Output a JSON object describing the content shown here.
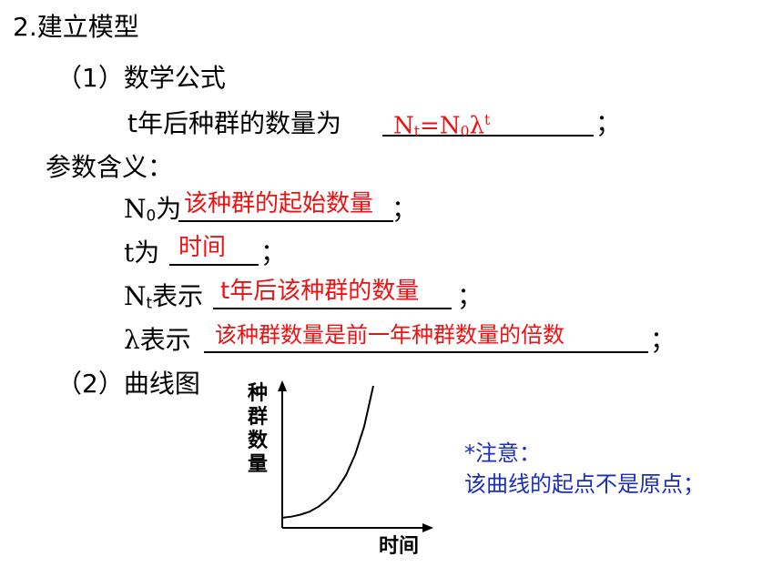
{
  "section_title": "2.建立模型",
  "part1": {
    "heading": "（1）数学公式",
    "formula_prefix": "t年后种群的数量为",
    "formula_answer": "N",
    "formula_answer_sub1": "t",
    "formula_answer_mid": "=N",
    "formula_answer_sub2": "0",
    "formula_answer_lambda": "λ",
    "formula_answer_sup": "t",
    "formula_end": "；"
  },
  "params": {
    "heading": "参数含义：",
    "items": [
      {
        "label_main": "N",
        "label_sub": "0",
        "label_tail": "为",
        "answer": "该种群的起始数量",
        "end": "；"
      },
      {
        "label_main": "t",
        "label_sub": "",
        "label_tail": "为",
        "answer": "时间",
        "end": "；"
      },
      {
        "label_main": "N",
        "label_sub": "t",
        "label_tail": "表示",
        "answer": "t年后该种群的数量",
        "end": "；"
      },
      {
        "label_main": "λ",
        "label_sub": "",
        "label_tail": "表示",
        "answer": "该种群数量是前一年种群数量的倍数",
        "end": "；"
      }
    ]
  },
  "part2": {
    "heading": "（2）曲线图"
  },
  "chart_data": {
    "type": "line",
    "title": "",
    "xlabel": "时间",
    "ylabel": "种群数量",
    "ylabel_chars": [
      "种",
      "群",
      "数",
      "量"
    ],
    "curve": "exponential J-shaped growth starting above origin",
    "x": [
      0,
      1,
      2,
      3,
      4,
      5,
      6,
      7,
      8,
      9,
      10
    ],
    "y": [
      1.0,
      1.1,
      1.3,
      1.6,
      2.1,
      2.8,
      3.8,
      5.2,
      7.2,
      10.0,
      14.0
    ],
    "grid": false,
    "legend": "none"
  },
  "note": {
    "title": "*注意：",
    "text": "该曲线的起点不是原点；"
  },
  "colors": {
    "answer": "#ee1111",
    "note": "#1c2fb8",
    "text": "#000000"
  }
}
